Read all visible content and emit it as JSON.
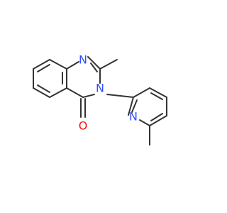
{
  "molecule": {
    "atoms": [
      {
        "id": "n1",
        "symbol": "N",
        "color": "#3050f8"
      },
      {
        "id": "n3",
        "symbol": "N",
        "color": "#3050f8"
      },
      {
        "id": "n_pyr",
        "symbol": "N",
        "color": "#3050f8"
      },
      {
        "id": "o1",
        "symbol": "O",
        "color": "#ff0d0d"
      }
    ],
    "bond_color": "#333333",
    "background": "#ffffff"
  }
}
